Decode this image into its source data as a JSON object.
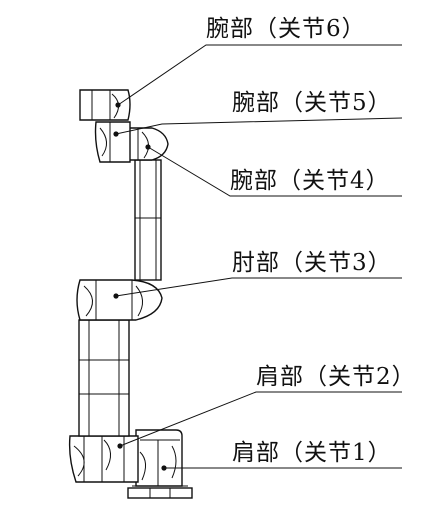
{
  "labels": [
    {
      "id": "wrist-joint-6",
      "text": "腕部（关节6）"
    },
    {
      "id": "wrist-joint-5",
      "text": "腕部（关节5）"
    },
    {
      "id": "wrist-joint-4",
      "text": "腕部（关节4）"
    },
    {
      "id": "elbow-joint-3",
      "text": "肘部（关节3）"
    },
    {
      "id": "shoulder-joint-2",
      "text": "肩部（关节2）"
    },
    {
      "id": "shoulder-joint-1",
      "text": "肩部（关节1）"
    }
  ]
}
